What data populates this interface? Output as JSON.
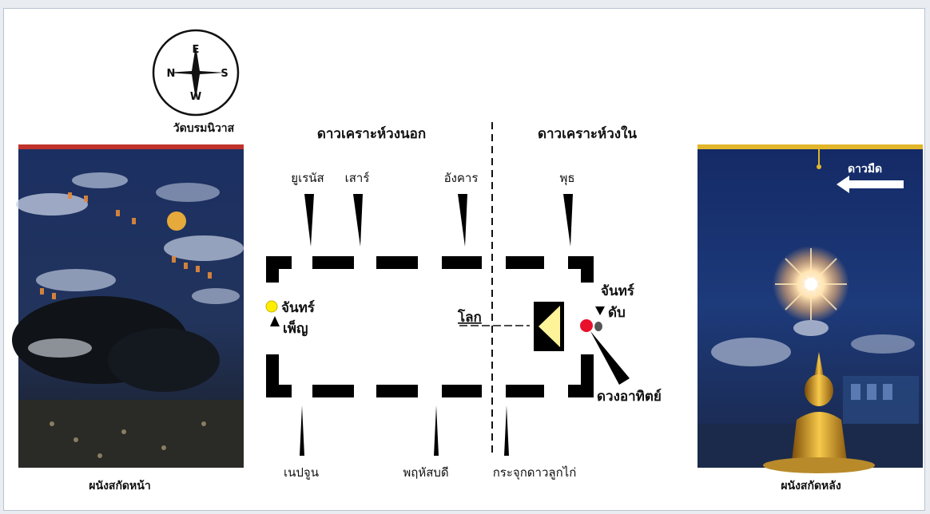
{
  "compass": {
    "north": "N",
    "east": "E",
    "south": "S",
    "west": "W"
  },
  "temple_name": "วัดบรมนิวาส",
  "headings": {
    "outer_planets": "ดาวเคราะห์วงนอก",
    "inner_planets": "ดาวเคราะห์วงใน"
  },
  "planets_top": {
    "uranus": "ยูเรนัส",
    "saturn": "เสาร์",
    "mars": "อังคาร",
    "mercury": "พุธ"
  },
  "planets_bottom": {
    "neptune": "เนปจูน",
    "jupiter": "พฤหัสบดี",
    "mirror": "กระจุกดาวลูกไก่"
  },
  "moon_full": {
    "line1": "จันทร์",
    "line2": "เพ็ญ"
  },
  "moon_new": {
    "line1": "จันทร์",
    "line2": "ดับ"
  },
  "earth": "โลก",
  "sun": "ดวงอาทิตย์",
  "dark_star": "ดาวมืด",
  "captions": {
    "front_wall": "ผนังสกัดหน้า",
    "back_wall": "ผนังสกัดหลัง"
  },
  "colors": {
    "full_moon": "#ffee00",
    "sun": "#e8102a",
    "earth_triangle": "#fff39a",
    "new_moon": "#555555",
    "night_sky": "#17305f"
  }
}
